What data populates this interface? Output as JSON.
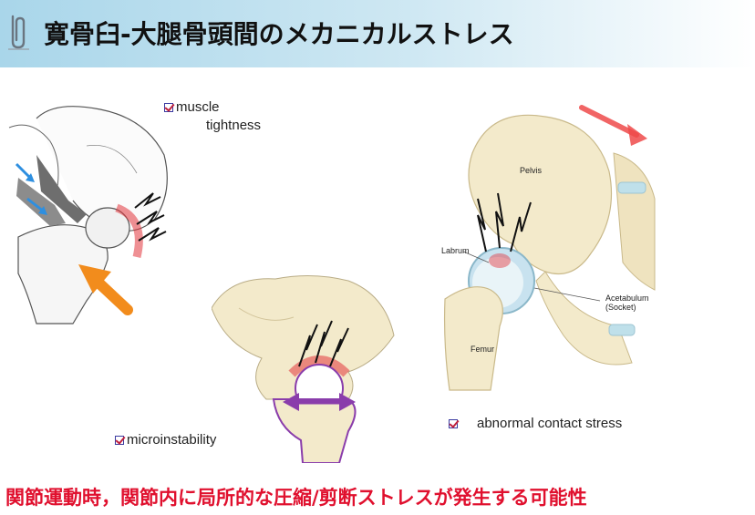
{
  "title": "寛骨臼-大腿骨頭間のメカニカルストレス",
  "icons": {
    "title": "paperclip-icon",
    "checkbox": "checkbox-checked-icon"
  },
  "labels": {
    "muscle_line1": "muscle",
    "muscle_line2": "tightness",
    "microinstability": "microinstability",
    "abnormal_contact": "abnormal contact stress"
  },
  "anatomy": {
    "pelvis": "Pelvis",
    "labrum": "Labrum",
    "acetabulum_line1": "Acetabulum",
    "acetabulum_line2": "(Socket)",
    "femur": "Femur"
  },
  "bottom_text": "関節運動時，関節内に局所的な圧縮/剪断ストレスが発生する可能性",
  "colors": {
    "title_gradient_start": "#a9d6ea",
    "bottom_text": "#e0102e",
    "arrow_orange": "#f28c1c",
    "arrow_purple": "#8a3dab",
    "bone": "#f3eacb",
    "stress_red": "#e2343c",
    "cartilage_blue": "#c8e2ef"
  }
}
